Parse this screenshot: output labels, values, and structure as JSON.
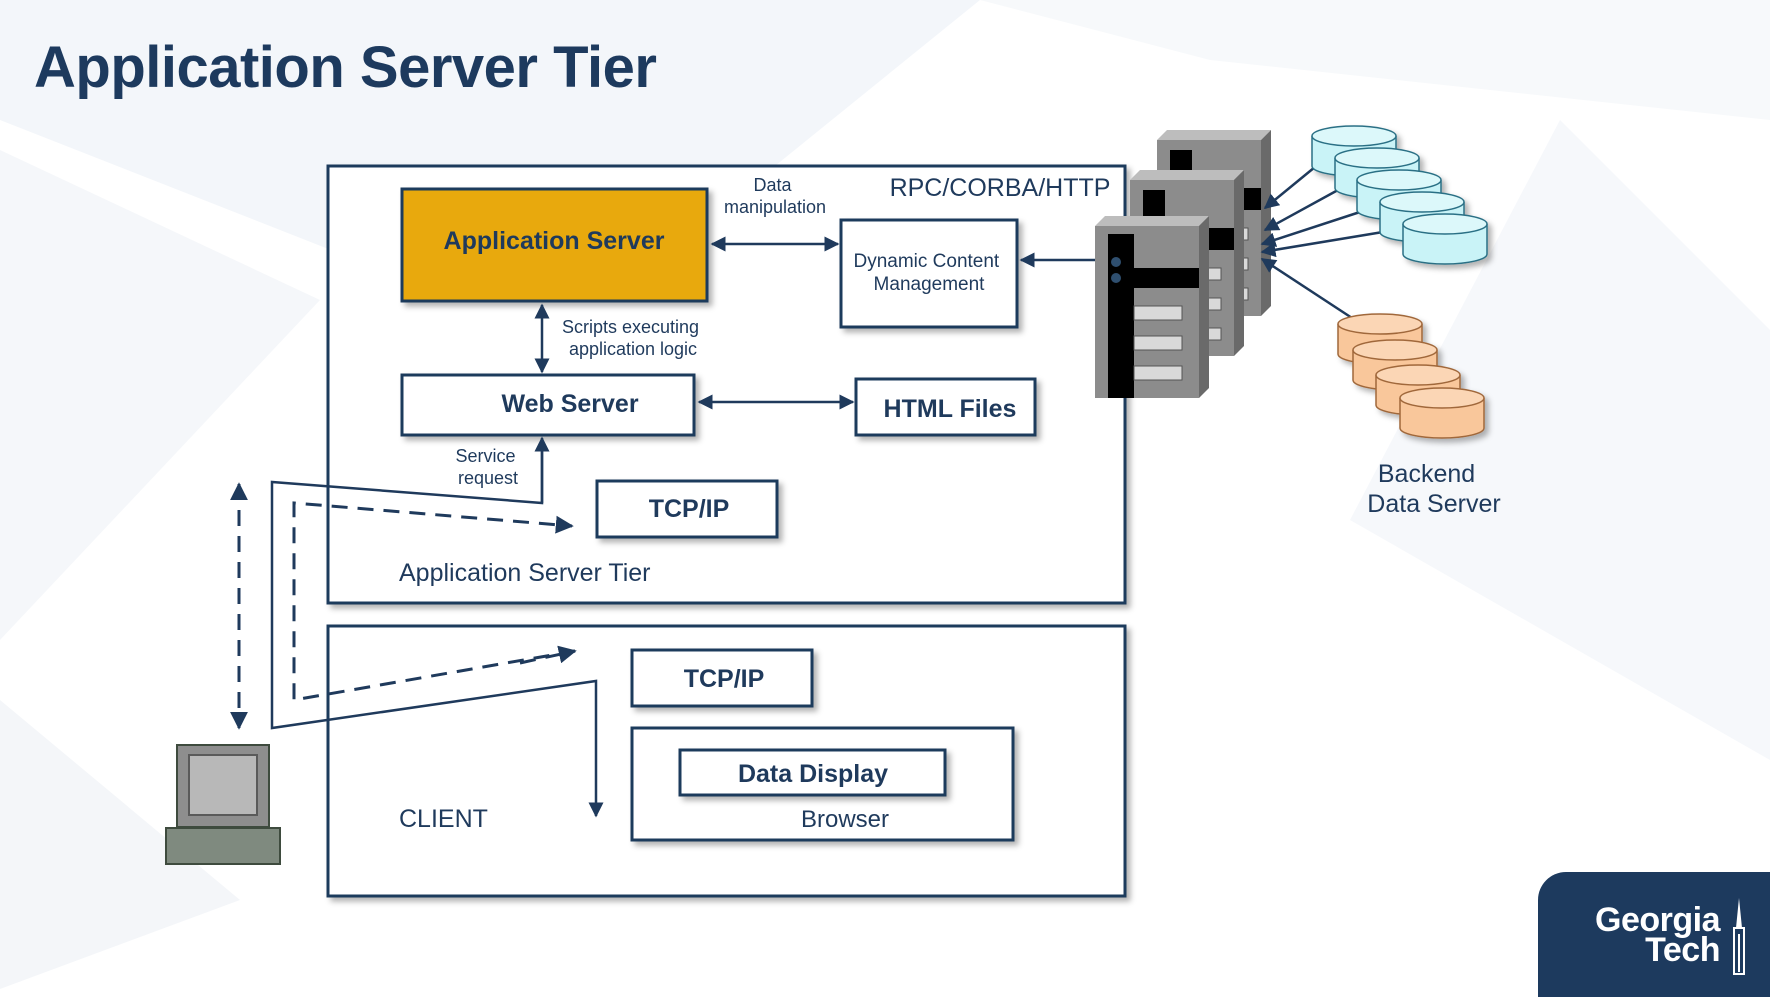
{
  "slide": {
    "title": "Application Server Tier"
  },
  "app_tier": {
    "label": "Application Server Tier",
    "protocol_label": "RPC/CORBA/HTTP",
    "application_server": "Application Server",
    "web_server": "Web Server",
    "html_files": "HTML Files",
    "dynamic_content": [
      "Dynamic Content",
      "Management"
    ],
    "tcpip": "TCP/IP",
    "data_manipulation": [
      "Data",
      "manipulation"
    ],
    "scripts_note": [
      "Scripts executing",
      "application logic"
    ],
    "service_request": [
      "Service",
      "request"
    ]
  },
  "client_tier": {
    "label": "CLIENT",
    "tcpip": "TCP/IP",
    "data_display": "Data Display",
    "browser": "Browser"
  },
  "backend": {
    "label": [
      "Backend",
      "Data Server"
    ]
  },
  "logo": {
    "line1": "Georgia",
    "line2": "Tech"
  },
  "colors": {
    "navy": "#1d3a5e",
    "app_server_fill": "#e8a90e",
    "cyan_db": "#c9f3f7",
    "orange_db": "#f9c79b"
  }
}
